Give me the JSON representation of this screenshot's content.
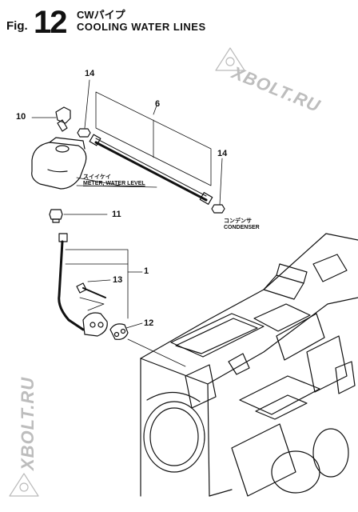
{
  "figure": {
    "fig_label": "Fig.",
    "fig_number": "12",
    "title_jp": "CWパイプ",
    "title_en": "COOLING WATER LINES"
  },
  "callouts": [
    "14",
    "10",
    "6",
    "14",
    "11",
    "1",
    "13",
    "12"
  ],
  "labels": {
    "meter_jp": "スイイケイ",
    "meter_en": "METER, WATER LEVEL",
    "condenser_jp": "コンデンサ",
    "condenser_en": "CONDENSER"
  },
  "watermark": {
    "text_top": "XBOLT.RU",
    "text_side": "XBOLT.RU",
    "color": "#bdbdbd"
  }
}
